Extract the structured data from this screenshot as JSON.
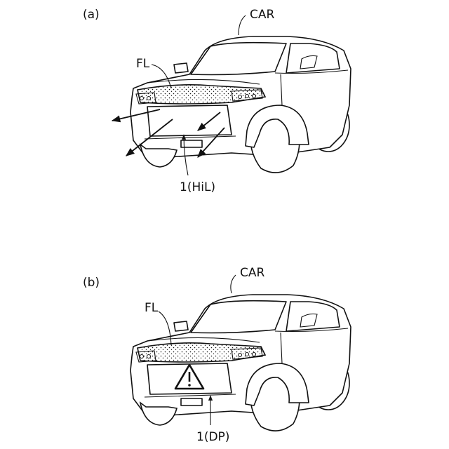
{
  "panels": [
    {
      "id": "a",
      "panel_label": "(a)",
      "car_label": "CAR",
      "lamp_label": "FL",
      "device_label": "1(HiL)"
    },
    {
      "id": "b",
      "panel_label": "(b)",
      "car_label": "CAR",
      "lamp_label": "FL",
      "device_label": "1(DP)"
    }
  ],
  "icons": {
    "warning_symbol": "warning-triangle-icon"
  }
}
